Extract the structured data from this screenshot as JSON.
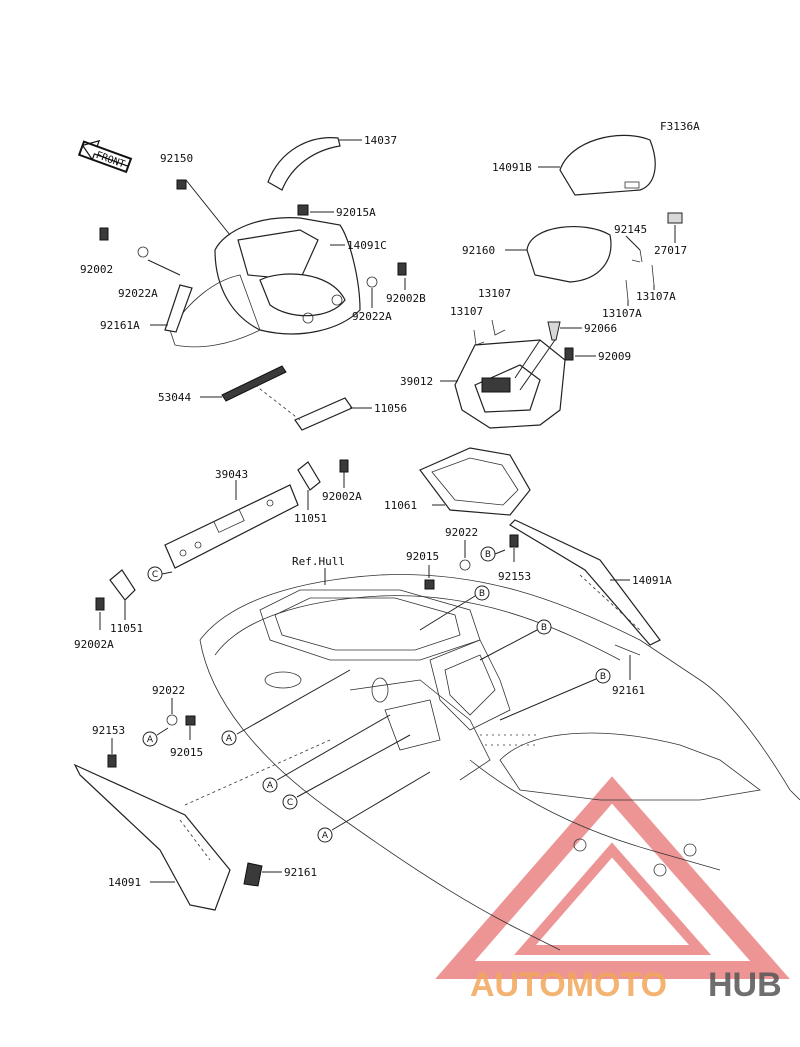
{
  "figure_code": "F3136A",
  "front_label": "FRONT",
  "ref_hull_label": "Ref.Hull",
  "parts": {
    "p14037": "14037",
    "p92150": "92150",
    "p92015A": "92015A",
    "p14091C": "14091C",
    "p92002": "92002",
    "p92022A_1": "92022A",
    "p92002B": "92002B",
    "p92022A_2": "92022A",
    "p92161A": "92161A",
    "p53044": "53044",
    "p11056": "11056",
    "p14091B": "14091B",
    "p92145": "92145",
    "p27017": "27017",
    "p92160": "92160",
    "p13107_1": "13107",
    "p13107_2": "13107",
    "p13107A_1": "13107A",
    "p13107A_2": "13107A",
    "p92066": "92066",
    "p92009": "92009",
    "p39012": "39012",
    "p39043": "39043",
    "p92002A_1": "92002A",
    "p11051_1": "11051",
    "p11061": "11061",
    "p92022_1": "92022",
    "p92015_1": "92015",
    "p92153_1": "92153",
    "p14091A": "14091A",
    "p11051_2": "11051",
    "p92002A_2": "92002A",
    "p92161_1": "92161",
    "p92022_2": "92022",
    "p92153_2": "92153",
    "p92015_2": "92015",
    "p14091": "14091",
    "p92161_2": "92161"
  },
  "markers": {
    "A": "A",
    "B": "B",
    "C": "C"
  },
  "watermark": {
    "brand_part1": "AUTOMOTO",
    "brand_part2": "HUB",
    "color_red": "#e04040",
    "color_orange": "#f2a65a",
    "color_gray": "#555555"
  }
}
